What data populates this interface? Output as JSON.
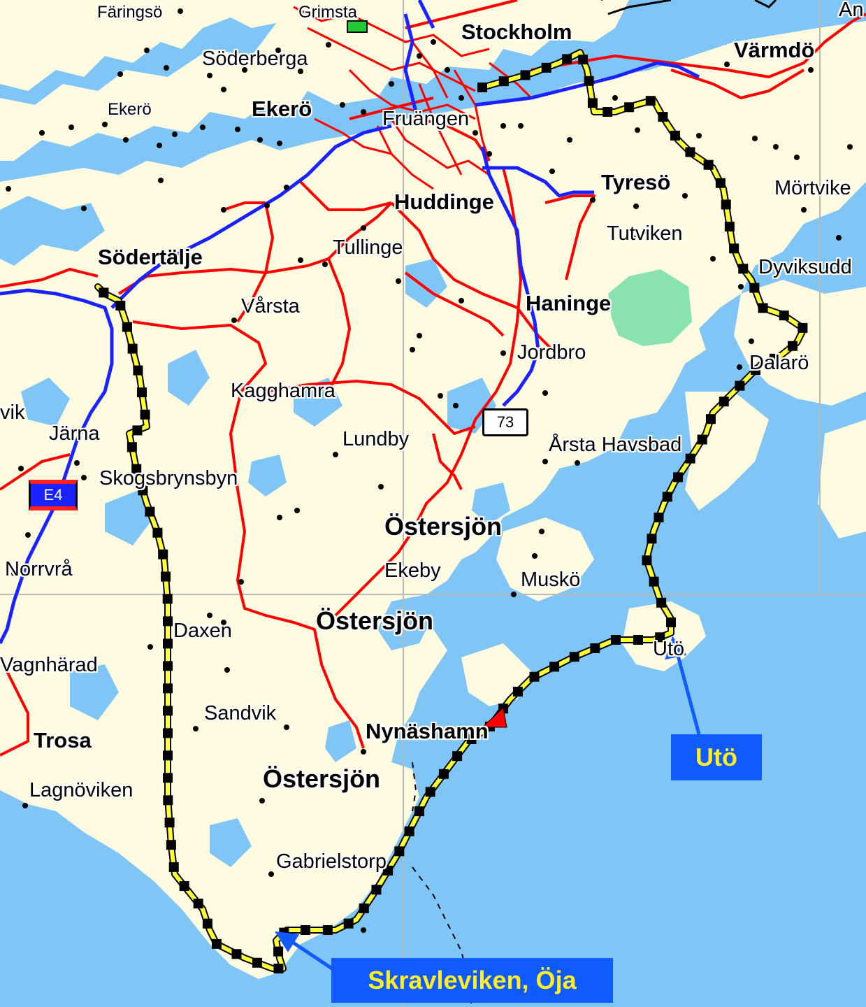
{
  "map": {
    "colors": {
      "water": "#7fc6f7",
      "land": "#fffbe0",
      "motorway": "#1a22ff",
      "main_road": "#ff0000",
      "route": "#ffff33",
      "route_marker": "#000000",
      "park": "#88e3b0",
      "callout_bg": "#0f5bff",
      "callout_text": "#ffee22"
    },
    "place_labels": [
      {
        "id": "faringso",
        "text": "Färingsö",
        "class": "small"
      },
      {
        "id": "grimsta",
        "text": "Grimsta",
        "class": "small"
      },
      {
        "id": "stockholm",
        "text": "Stockholm",
        "class": "town"
      },
      {
        "id": "varmdo",
        "text": "Värmdö",
        "class": "town"
      },
      {
        "id": "soderberga",
        "text": "Söderberga",
        "class": "village"
      },
      {
        "id": "ekero-small",
        "text": "Ekerö",
        "class": "small"
      },
      {
        "id": "ekero",
        "text": "Ekerö",
        "class": "town"
      },
      {
        "id": "fruangen",
        "text": "Fruängen",
        "class": "village"
      },
      {
        "id": "tyreso",
        "text": "Tyresö",
        "class": "town"
      },
      {
        "id": "mortvike",
        "text": "Mörtvike",
        "class": "village"
      },
      {
        "id": "huddinge",
        "text": "Huddinge",
        "class": "town"
      },
      {
        "id": "tutviken",
        "text": "Tutviken",
        "class": "village"
      },
      {
        "id": "sodertalje",
        "text": "Södertälje",
        "class": "town"
      },
      {
        "id": "tullinge",
        "text": "Tullinge",
        "class": "village"
      },
      {
        "id": "dyviksudd",
        "text": "Dyviksudd",
        "class": "village"
      },
      {
        "id": "varsta",
        "text": "Vårsta",
        "class": "village"
      },
      {
        "id": "haninge",
        "text": "Haninge",
        "class": "town"
      },
      {
        "id": "jordbro",
        "text": "Jordbro",
        "class": "village"
      },
      {
        "id": "dalaro",
        "text": "Dalarö",
        "class": "village"
      },
      {
        "id": "vik",
        "text": "vik",
        "class": "village"
      },
      {
        "id": "kagghamra",
        "text": "Kagghamra",
        "class": "village"
      },
      {
        "id": "jarna",
        "text": "Järna",
        "class": "village"
      },
      {
        "id": "lundby",
        "text": "Lundby",
        "class": "village"
      },
      {
        "id": "arsta-havsbad",
        "text": "Årsta Havsbad",
        "class": "village"
      },
      {
        "id": "skogsbrynsbyn",
        "text": "Skogsbrynsbyn",
        "class": "village"
      },
      {
        "id": "ostersjon-1",
        "text": "Östersjön",
        "class": "sea"
      },
      {
        "id": "norrvra",
        "text": "Norrvrå",
        "class": "village"
      },
      {
        "id": "ekeby",
        "text": "Ekeby",
        "class": "village"
      },
      {
        "id": "musko",
        "text": "Muskö",
        "class": "village"
      },
      {
        "id": "ostersjon-2",
        "text": "Östersjön",
        "class": "sea"
      },
      {
        "id": "daxen",
        "text": "Daxen",
        "class": "village"
      },
      {
        "id": "uto-map",
        "text": "Utö",
        "class": "village"
      },
      {
        "id": "vagnharad",
        "text": "Vagnhärad",
        "class": "village"
      },
      {
        "id": "sandvik",
        "text": "Sandvik",
        "class": "village"
      },
      {
        "id": "trosa",
        "text": "Trosa",
        "class": "town"
      },
      {
        "id": "nynashamn",
        "text": "Nynäshamn",
        "class": "town"
      },
      {
        "id": "ostersjon-3",
        "text": "Östersjön",
        "class": "sea"
      },
      {
        "id": "lagnoviken",
        "text": "Lagnöviken",
        "class": "village"
      },
      {
        "id": "gabrielstorp",
        "text": "Gabrielstorp",
        "class": "village"
      },
      {
        "id": "an",
        "text": "An",
        "class": "village"
      }
    ],
    "road_shields": [
      {
        "id": "e4",
        "text": "E4",
        "type": "european"
      },
      {
        "id": "r73",
        "text": "73",
        "type": "national"
      }
    ],
    "callouts": [
      {
        "id": "uto",
        "text": "Utö"
      },
      {
        "id": "skravleviken",
        "text": "Skravleviken, Öja"
      }
    ]
  }
}
